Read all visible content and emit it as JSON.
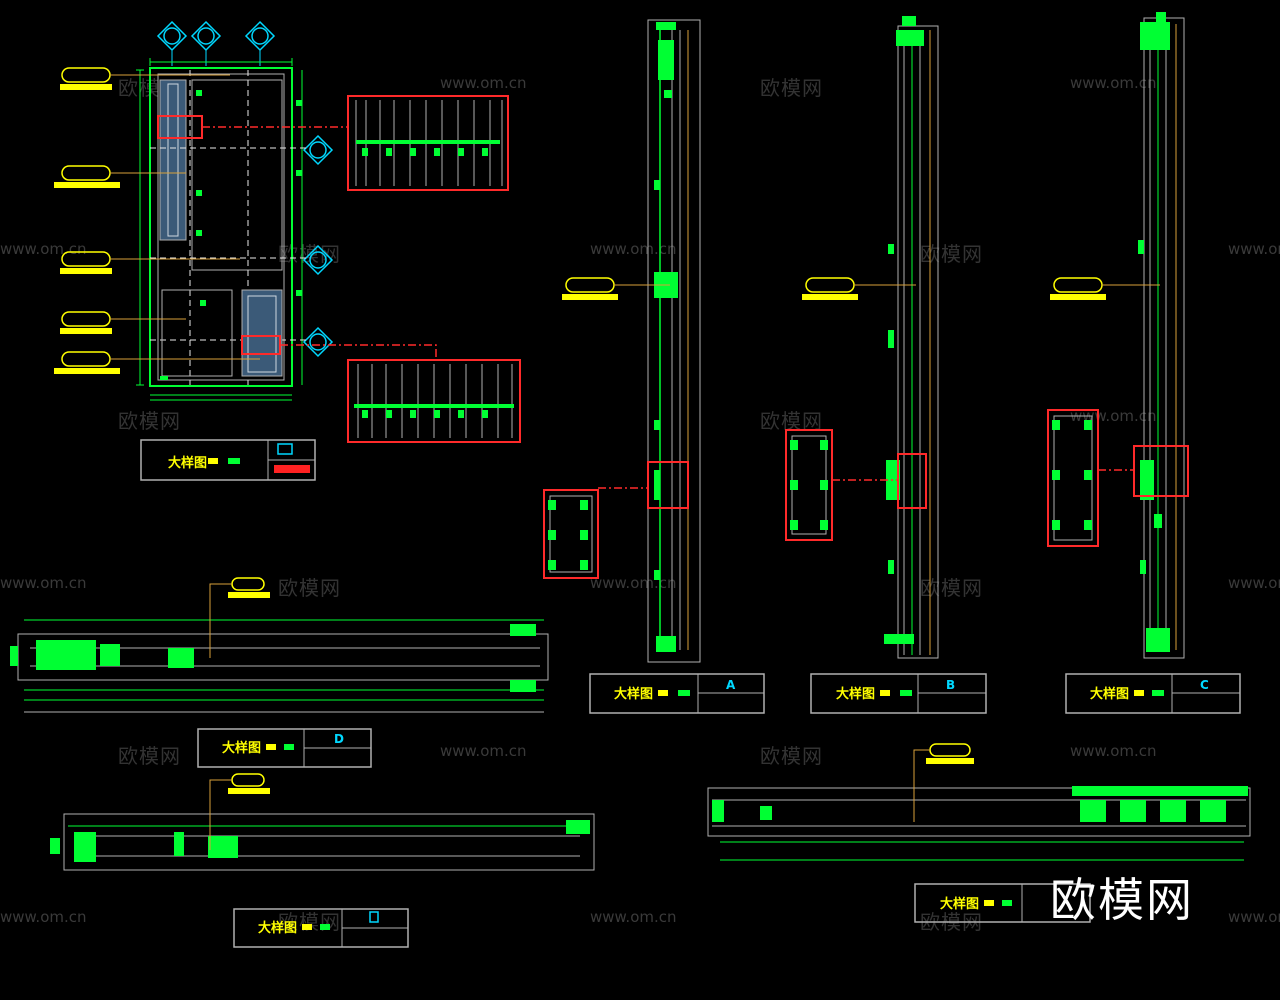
{
  "colors": {
    "background": "#000000",
    "outline": "#00ff33",
    "frame_line": "#b0b0b0",
    "detail_box": "#ff2a2a",
    "leader": "#d8a13a",
    "axis_marker": "#00d8ff",
    "label_tag": "#ffff00",
    "title_text": "#ffff00",
    "sheet_number": "#ff2222"
  },
  "watermarks": {
    "url": "www.om.cn",
    "site_name": "欧模网"
  },
  "brand_logo": "欧模网",
  "sheets": [
    {
      "id": "front",
      "title": "大样图",
      "drawing_id": "",
      "icon": "front-elevation-grid-icon"
    },
    {
      "id": "A",
      "title": "大样图",
      "drawing_id": "A",
      "icon": "section-marker-icon"
    },
    {
      "id": "B",
      "title": "大样图",
      "drawing_id": "B",
      "icon": "section-marker-icon"
    },
    {
      "id": "C",
      "title": "大样图",
      "drawing_id": "C",
      "icon": "section-marker-icon"
    },
    {
      "id": "D",
      "title": "大样图",
      "drawing_id": "D",
      "icon": "section-marker-icon"
    },
    {
      "id": "E",
      "title": "大样图",
      "drawing_id": "",
      "icon": "section-marker-icon"
    },
    {
      "id": "F",
      "title": "大样图",
      "drawing_id": "",
      "icon": "section-marker-icon"
    }
  ]
}
